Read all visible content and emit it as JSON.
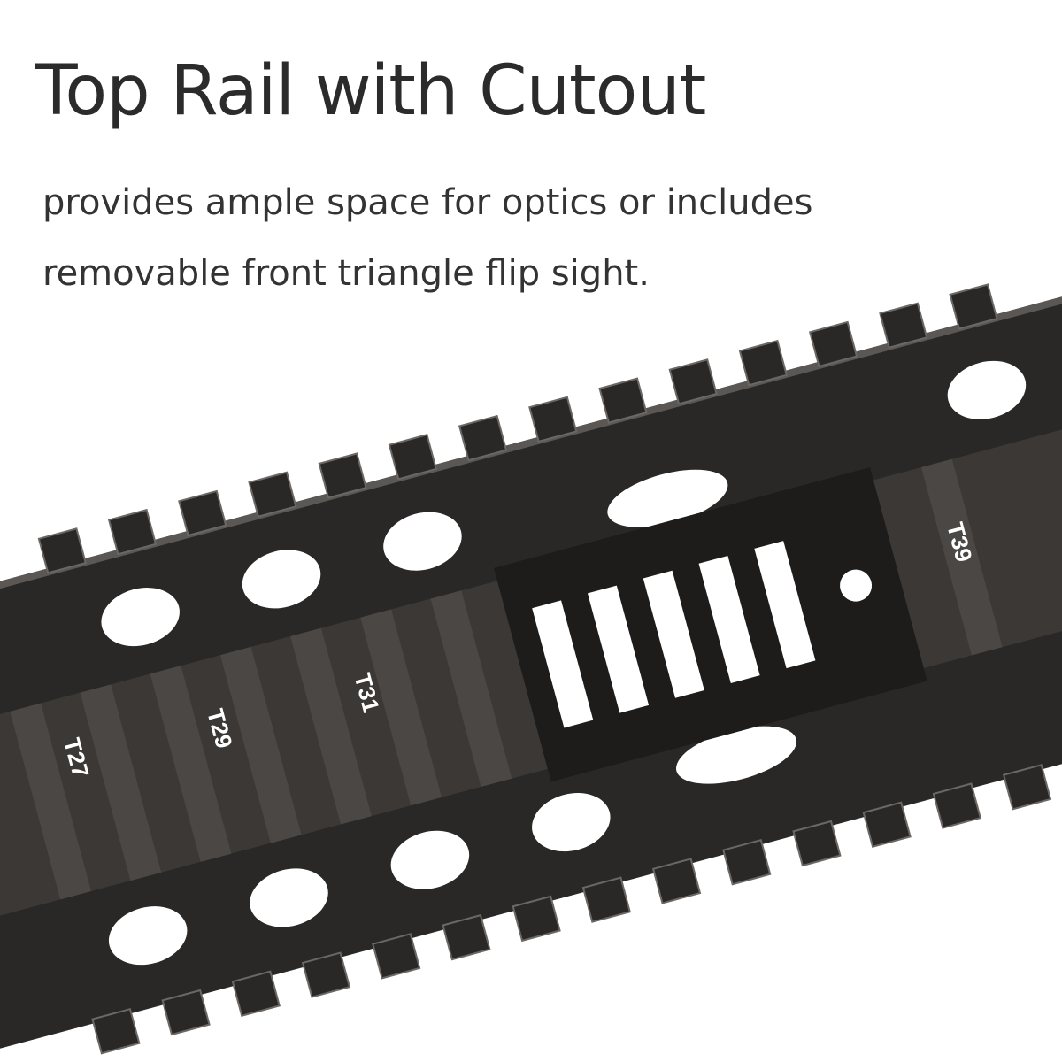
{
  "heading": {
    "title": "Top Rail with Cutout",
    "line1": "provides ample space for optics or includes",
    "line2": "removable front triangle flip sight."
  },
  "product": {
    "markings": [
      "T27",
      "T29",
      "T31",
      "T39"
    ],
    "colors": {
      "body": "#2a2826",
      "rib": "#4a4744",
      "highlight": "#6b6764",
      "background": "#ffffff"
    }
  }
}
